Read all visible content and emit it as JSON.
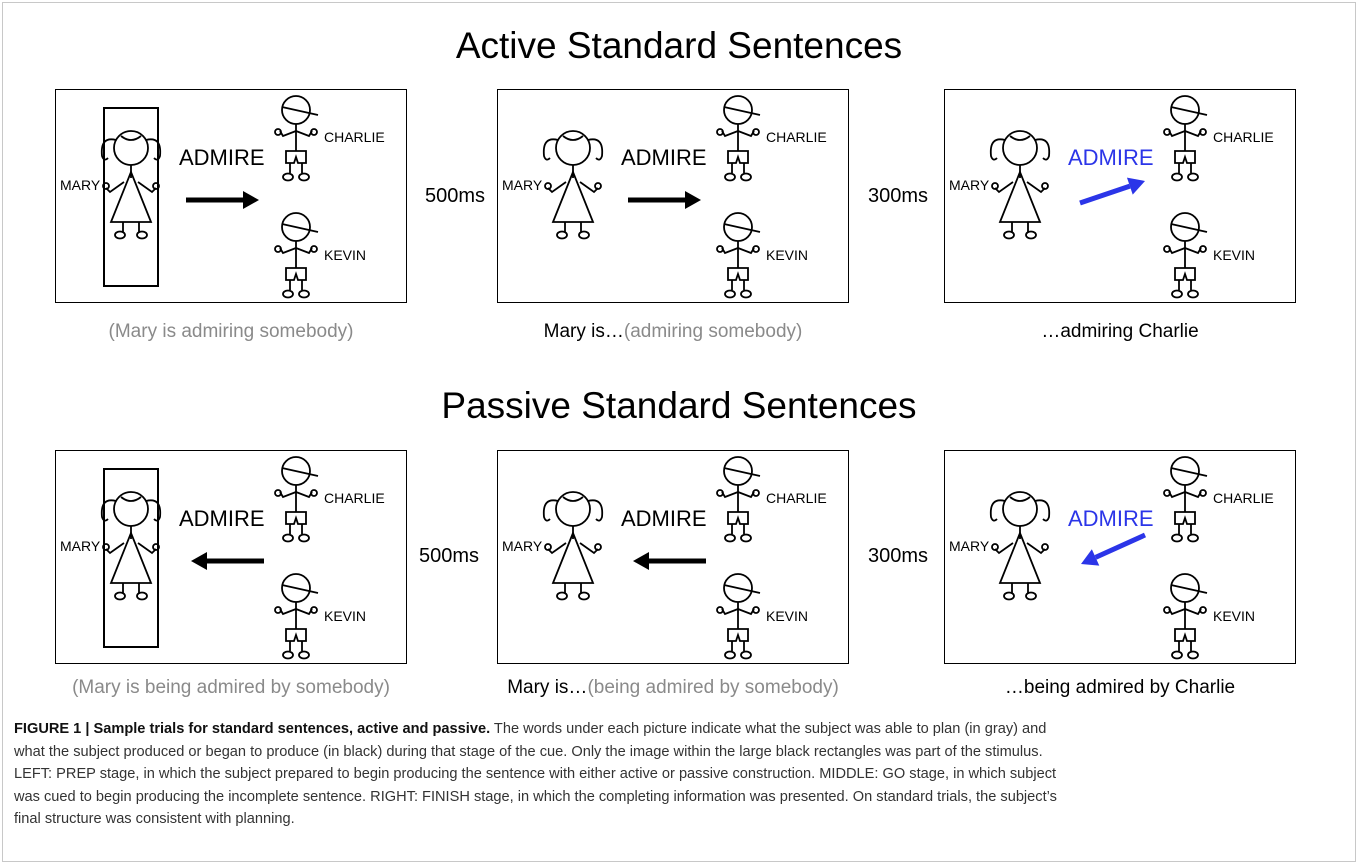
{
  "sections": [
    {
      "title": "Active Standard Sentences",
      "panels": [
        {
          "verb": "ADMIRE",
          "verb_color": "#000000",
          "subject_label": "MARY",
          "upper_label": "CHARLIE",
          "lower_label": "KEVIN",
          "arrow_direction": "right",
          "arrow_color": "#000000",
          "subject_boxed": true,
          "caption_gray": "(Mary is admiring somebody)",
          "caption_black": ""
        },
        {
          "verb": "ADMIRE",
          "verb_color": "#000000",
          "subject_label": "MARY",
          "upper_label": "CHARLIE",
          "lower_label": "KEVIN",
          "arrow_direction": "right",
          "arrow_color": "#000000",
          "subject_boxed": false,
          "caption_black": "Mary is…",
          "caption_gray": "(admiring somebody)"
        },
        {
          "verb": "ADMIRE",
          "verb_color": "#2b35e8",
          "subject_label": "MARY",
          "upper_label": "CHARLIE",
          "lower_label": "KEVIN",
          "arrow_direction": "up-right",
          "arrow_color": "#2b35e8",
          "subject_boxed": false,
          "caption_black": "…admiring Charlie",
          "caption_gray": ""
        }
      ],
      "delays": [
        "500ms",
        "300ms"
      ]
    },
    {
      "title": "Passive Standard Sentences",
      "panels": [
        {
          "verb": "ADMIRE",
          "verb_color": "#000000",
          "subject_label": "MARY",
          "upper_label": "CHARLIE",
          "lower_label": "KEVIN",
          "arrow_direction": "left",
          "arrow_color": "#000000",
          "subject_boxed": true,
          "caption_gray": "(Mary is being admired by somebody)",
          "caption_black": ""
        },
        {
          "verb": "ADMIRE",
          "verb_color": "#000000",
          "subject_label": "MARY",
          "upper_label": "CHARLIE",
          "lower_label": "KEVIN",
          "arrow_direction": "left",
          "arrow_color": "#000000",
          "subject_boxed": false,
          "caption_black": "Mary is…",
          "caption_gray": "(being admired by somebody)"
        },
        {
          "verb": "ADMIRE",
          "verb_color": "#2b35e8",
          "subject_label": "MARY",
          "upper_label": "CHARLIE",
          "lower_label": "KEVIN",
          "arrow_direction": "down-left",
          "arrow_color": "#2b35e8",
          "subject_boxed": false,
          "caption_black": "…being admired by Charlie",
          "caption_gray": ""
        }
      ],
      "delays": [
        "500ms",
        "300ms"
      ]
    }
  ],
  "figure_caption": {
    "title": "FIGURE 1 | Sample trials for standard sentences, active and passive.",
    "line1_rest": " The words under each picture indicate what the subject was able to plan (in gray) and",
    "lines": [
      "what the subject produced or began to produce (in black) during that stage of the cue. Only the image within the large black rectangles was part of the stimulus.",
      "LEFT: PREP stage, in which the subject prepared to begin producing the sentence with either active or passive construction. MIDDLE: GO stage, in which subject",
      "was cued to begin producing the incomplete sentence. RIGHT: FINISH stage, in which the completing information was presented. On standard trials, the subject’s",
      "final structure was consistent with planning."
    ]
  },
  "colors": {
    "gray_text": "#8a8a8a",
    "highlight_blue": "#2b35e8",
    "frame_border": "#c8c8c8"
  }
}
